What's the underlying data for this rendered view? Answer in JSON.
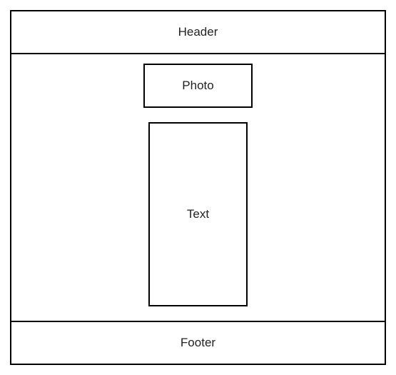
{
  "diagram": {
    "header_label": "Header",
    "photo_label": "Photo",
    "text_label": "Text",
    "footer_label": "Footer"
  },
  "colors": {
    "stroke": "#000000",
    "background": "#ffffff",
    "text": "#222222"
  }
}
